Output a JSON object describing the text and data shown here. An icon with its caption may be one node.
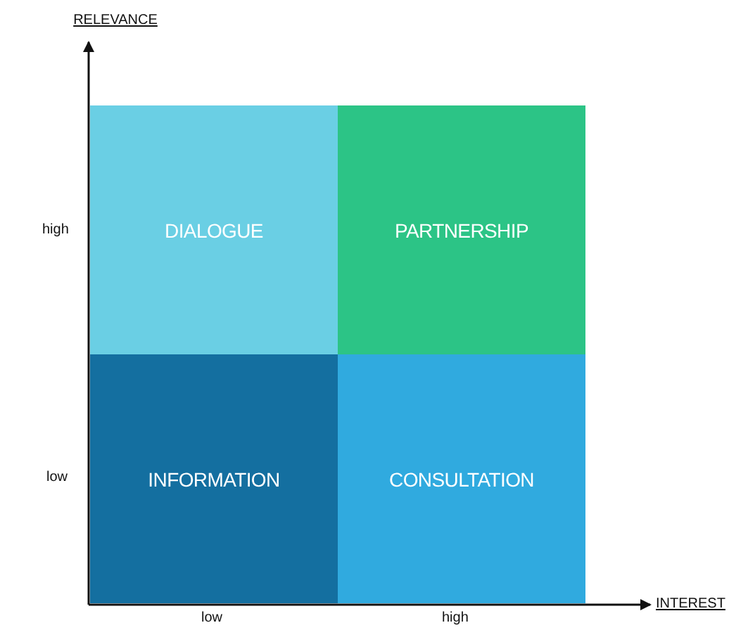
{
  "diagram": {
    "nodes": [
      {
        "text": [
          "DIALOGUE"
        ]
      },
      {
        "text": [
          "PARTNERSHIP"
        ]
      },
      {
        "text": [
          "INFORMATION"
        ]
      },
      {
        "text": [
          "CONSULTATION"
        ]
      }
    ],
    "labels": [
      "RELEVANCE",
      "high",
      "low",
      "INTEREST",
      "low",
      "high"
    ]
  }
}
